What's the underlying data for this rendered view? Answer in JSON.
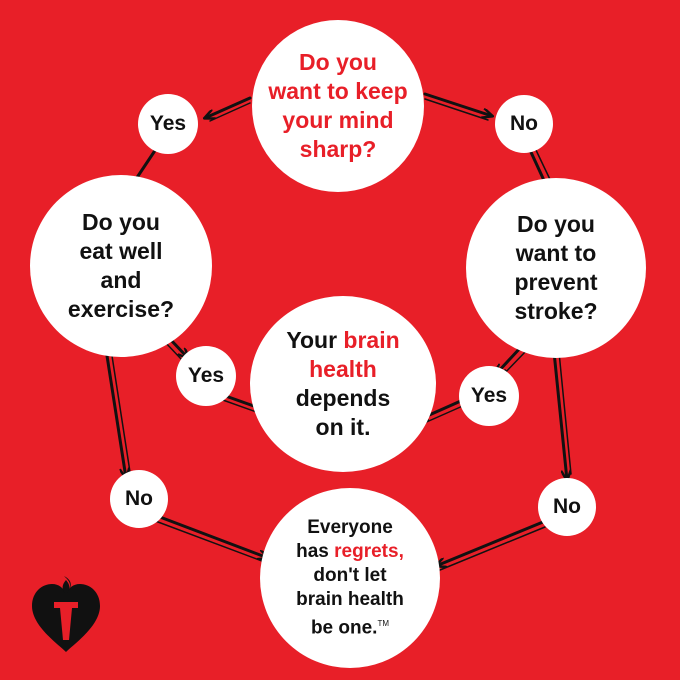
{
  "nodes": {
    "top": {
      "line1a": "Do you",
      "line2": "want to keep",
      "line3": "your mind",
      "line4": "sharp?"
    },
    "left": {
      "line1": "Do you",
      "line2": "eat well",
      "line3": "and",
      "line4": "exercise?"
    },
    "right": {
      "line1": "Do you",
      "line2": "want to",
      "line3": "prevent",
      "line4": "stroke?"
    },
    "center": {
      "pre": "Your",
      "red1": "brain",
      "red2": "health",
      "line3": "depends",
      "line4": "on it."
    },
    "bottom": {
      "line1": "Everyone",
      "pre2": "has",
      "red2": "regrets,",
      "line3": "don't let",
      "line4": "brain health",
      "line5": "be one.",
      "tm": "TM"
    }
  },
  "answers": {
    "yes_top_left": "Yes",
    "no_top_right": "No",
    "yes_left": "Yes",
    "yes_right": "Yes",
    "no_left": "No",
    "no_right": "No"
  },
  "colors": {
    "background": "#e81f28",
    "accent_text": "#e81f28",
    "node_fill": "#ffffff",
    "arrow": "#111111"
  }
}
